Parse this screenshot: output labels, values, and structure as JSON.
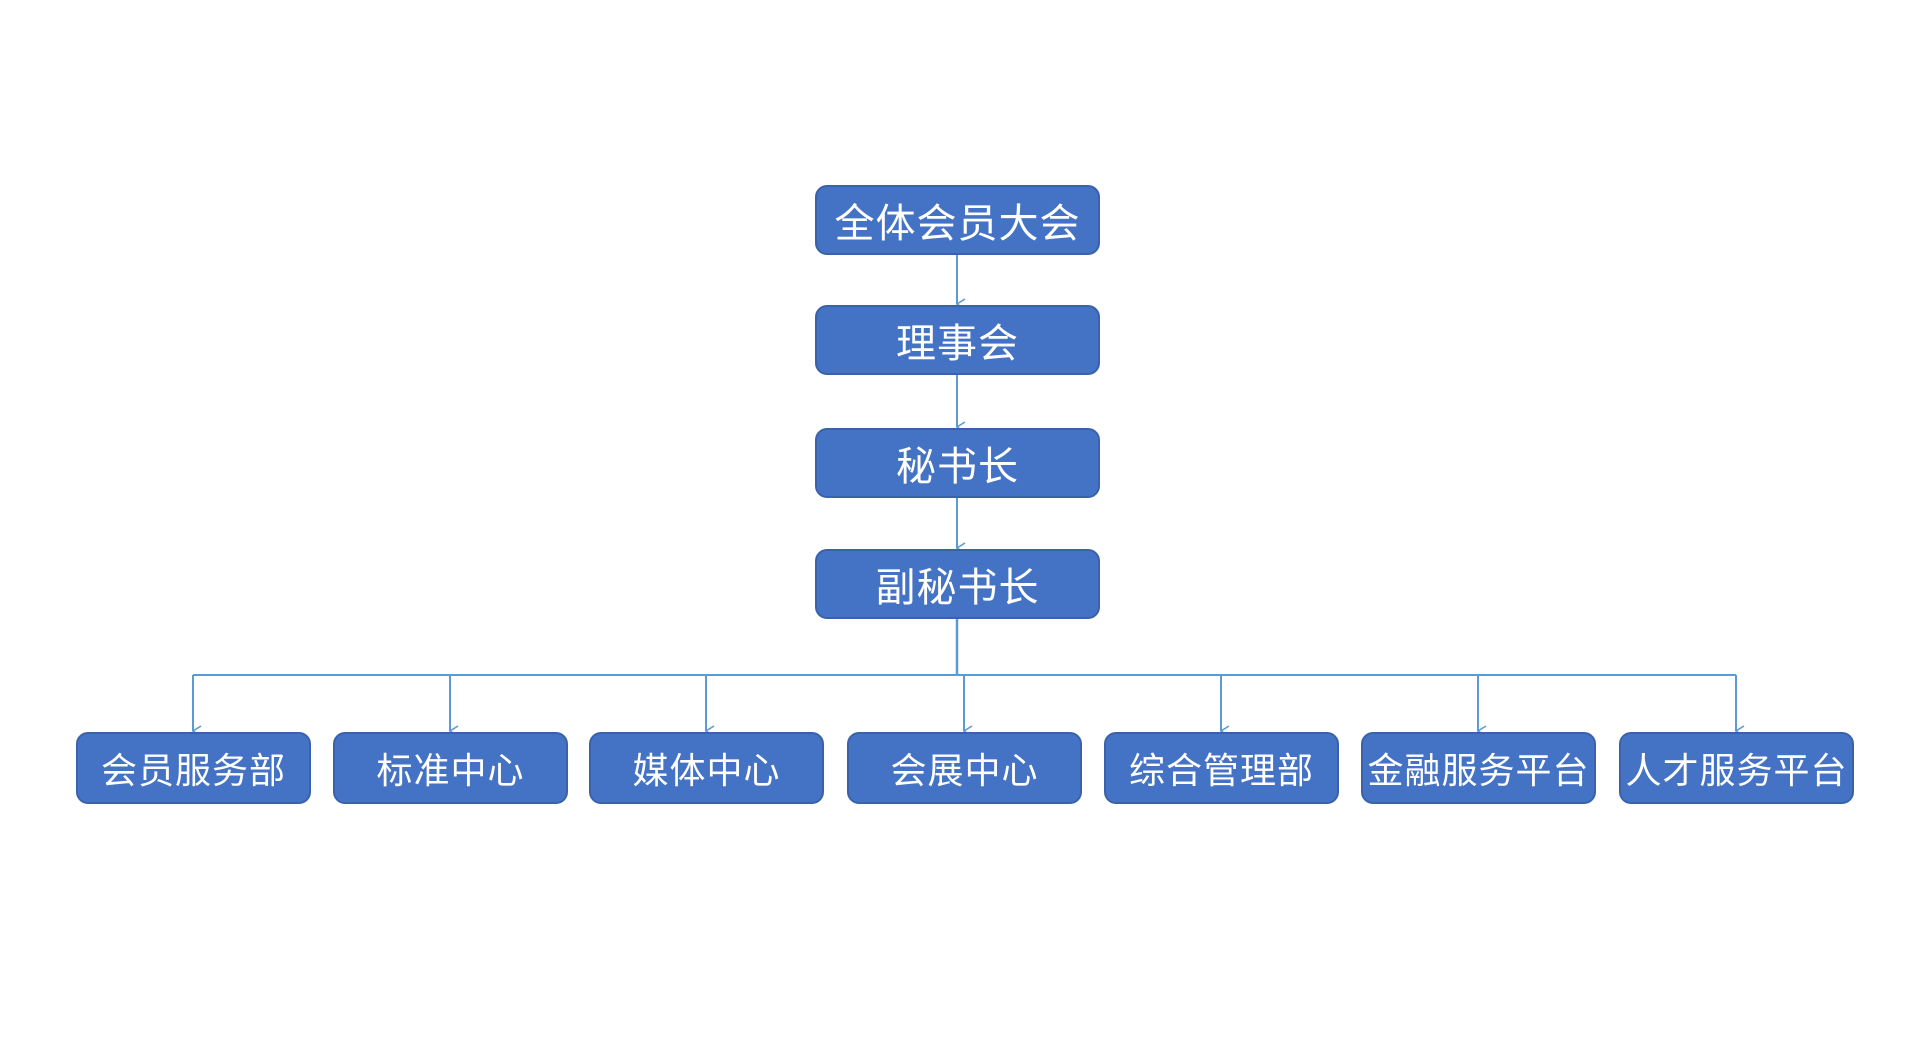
{
  "diagram": {
    "node_color": "#4472C4",
    "line_color": "#5B9BD5",
    "chain": [
      {
        "label": "全体会员大会"
      },
      {
        "label": "理事会"
      },
      {
        "label": "秘书长"
      },
      {
        "label": "副秘书长"
      }
    ],
    "departments": [
      {
        "label": "会员服务部"
      },
      {
        "label": "标准中心"
      },
      {
        "label": "媒体中心"
      },
      {
        "label": "会展中心"
      },
      {
        "label": "综合管理部"
      },
      {
        "label": "金融服务平台"
      },
      {
        "label": "人才服务平台"
      }
    ]
  }
}
